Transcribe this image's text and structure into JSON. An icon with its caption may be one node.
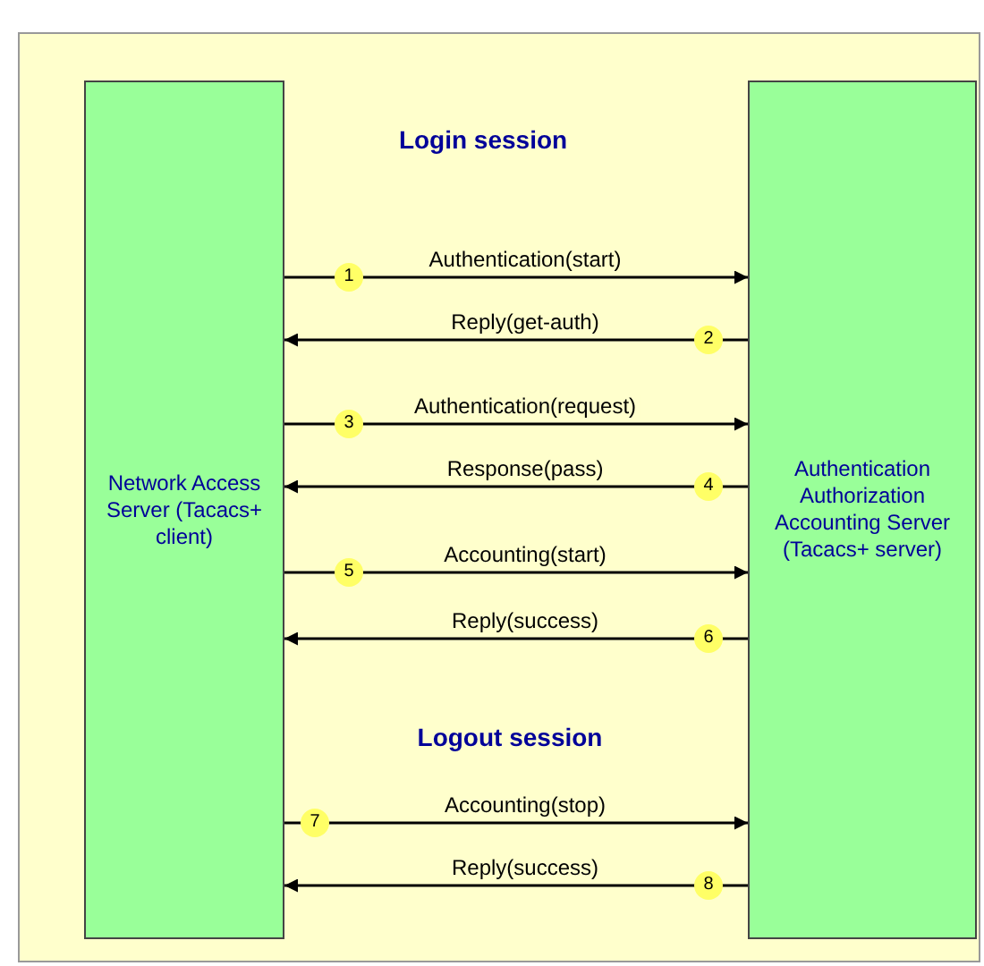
{
  "diagram": {
    "nodes": [
      {
        "text": [
          "Network Access Server (Tacacs+ client)"
        ]
      },
      {
        "text": [
          "Authentication Authorization Accounting Server (Tacacs+ server)"
        ]
      }
    ],
    "edges": [
      {
        "from": 0,
        "to": 1,
        "arrow": "to",
        "label": "Authentication(start)"
      },
      {
        "from": 1,
        "to": 0,
        "arrow": "to",
        "label": "Reply(get-auth)"
      },
      {
        "from": 0,
        "to": 1,
        "arrow": "to",
        "label": "Authentication(request)"
      },
      {
        "from": 1,
        "to": 0,
        "arrow": "to",
        "label": "Response(pass)"
      },
      {
        "from": 0,
        "to": 1,
        "arrow": "to",
        "label": "Accounting(start)"
      },
      {
        "from": 1,
        "to": 0,
        "arrow": "to",
        "label": "Reply(success)"
      },
      {
        "from": 0,
        "to": 1,
        "arrow": "to",
        "label": "Accounting(stop)"
      },
      {
        "from": 1,
        "to": 0,
        "arrow": "to",
        "label": "Reply(success)"
      }
    ],
    "labels": [
      "Login session",
      "1",
      "2",
      "3",
      "4",
      "5",
      "6",
      "Logout session",
      "7",
      "8"
    ]
  }
}
